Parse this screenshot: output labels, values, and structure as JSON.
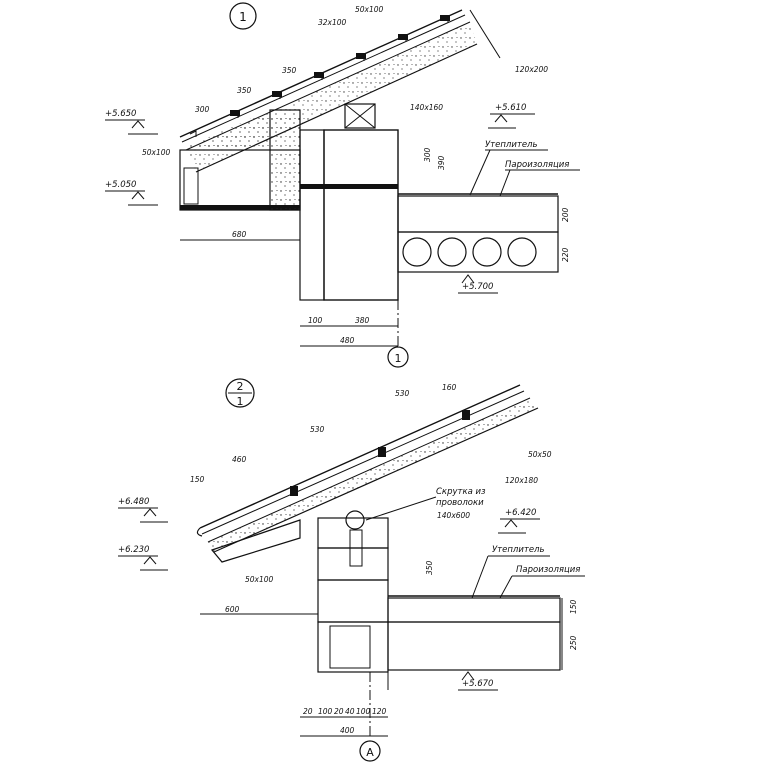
{
  "detail1": {
    "marker": "1",
    "axis_marker": "1",
    "levels": [
      "+5.650",
      "+5.050",
      "+5.610",
      "+5.700"
    ],
    "dimensions": {
      "d32x100": "32x100",
      "d50x100_top": "50x100",
      "d120x200": "120x200",
      "d140x160": "140x160",
      "d300": "300",
      "d350a": "350",
      "d350b": "350",
      "d50x100_left": "50x100",
      "d680": "680",
      "d300v": "300",
      "d390v": "390",
      "d200v": "200",
      "d220v": "220",
      "d100": "100",
      "d380": "380",
      "d480": "480"
    },
    "labels": {
      "insulation": "Утеплитель",
      "vapor": "Пароизоляция"
    }
  },
  "detail2": {
    "marker_top": "2",
    "marker_bottom": "1",
    "axis_marker": "А",
    "levels": [
      "+6.480",
      "+6.230",
      "+6.420",
      "+5.670"
    ],
    "dimensions": {
      "d530a": "530",
      "d530b": "530",
      "d160": "160",
      "d460": "460",
      "d150": "150",
      "d50x50": "50x50",
      "d120x180": "120x180",
      "d140x600": "140x600",
      "d50x100": "50x100",
      "d600": "600",
      "d350v": "350",
      "d150v": "150",
      "d250v": "250",
      "b20": "20",
      "b100": "100",
      "b20b": "20",
      "b40": "40",
      "b100b": "100",
      "b120": "120",
      "b400": "400"
    },
    "labels": {
      "wire_twist_1": "Скрутка из",
      "wire_twist_2": "проволоки",
      "insulation": "Утеплитель",
      "vapor": "Пароизоляция"
    }
  }
}
